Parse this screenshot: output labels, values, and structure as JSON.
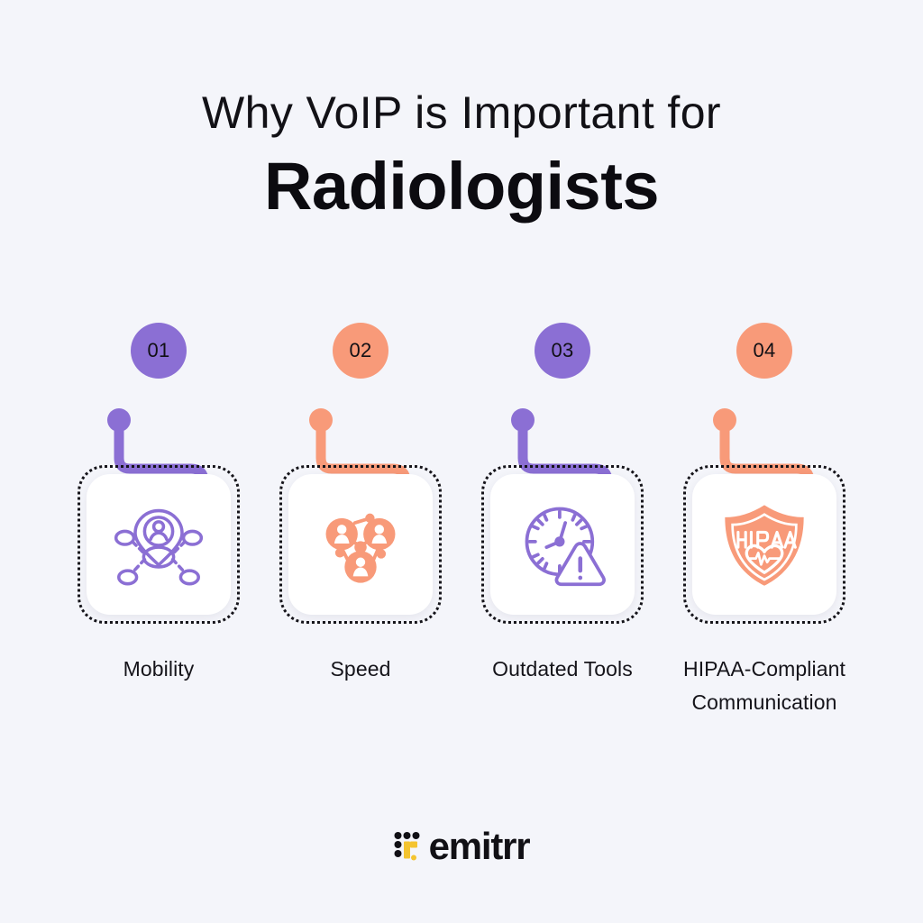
{
  "page": {
    "background_color": "#F4F5FA",
    "title_line1": "Why VoIP is Important for",
    "title_line2": "Radiologists"
  },
  "colors": {
    "purple": "#8B6FD4",
    "orange": "#F89A79",
    "text_dark": "#15141A",
    "card_white": "#FFFFFF",
    "logo_yellow": "#F4C430"
  },
  "items": [
    {
      "number": "01",
      "label": "Mobility",
      "accent": "#8B6FD4",
      "icon": "location-network-icon",
      "icon_style": "outline"
    },
    {
      "number": "02",
      "label": "Speed",
      "accent": "#F89A79",
      "icon": "user-network-icon",
      "icon_style": "filled"
    },
    {
      "number": "03",
      "label": "Outdated Tools",
      "accent": "#8B6FD4",
      "icon": "clock-warning-icon",
      "icon_style": "outline"
    },
    {
      "number": "04",
      "label": "HIPAA-Compliant Communication",
      "accent": "#F89A79",
      "icon": "hipaa-shield-heart-icon",
      "icon_style": "filled"
    }
  ],
  "logo": {
    "text": "emitrr",
    "mark": "emitrr-dot-grid-mark"
  }
}
